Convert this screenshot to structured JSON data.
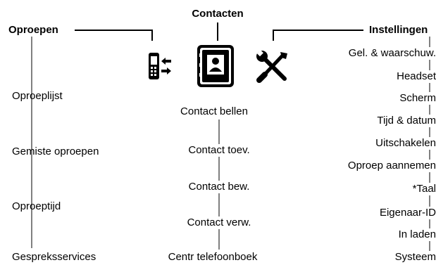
{
  "headers": {
    "calls": "Oproepen",
    "contacts": "Contacten",
    "settings": "Instellingen"
  },
  "icons": {
    "calls": "phone-arrows-icon",
    "contacts": "contact-book-icon",
    "settings": "wrench-screwdriver-icon"
  },
  "calls_menu": [
    "Oproeplijst",
    "Gemiste oproepen",
    "Oproeptijd",
    "Gespreksservices"
  ],
  "contacts_menu": [
    "Contact bellen",
    "Contact toev.",
    "Contact bew.",
    "Contact verw.",
    "Centr telefoonboek"
  ],
  "settings_menu": [
    "Gel. & waarschuw.",
    "Headset",
    "Scherm",
    "Tijd & datum",
    "Uitschakelen",
    "Oproep aannemen",
    "*Taal",
    "Eigenaar-ID",
    "In laden",
    "Systeem"
  ]
}
